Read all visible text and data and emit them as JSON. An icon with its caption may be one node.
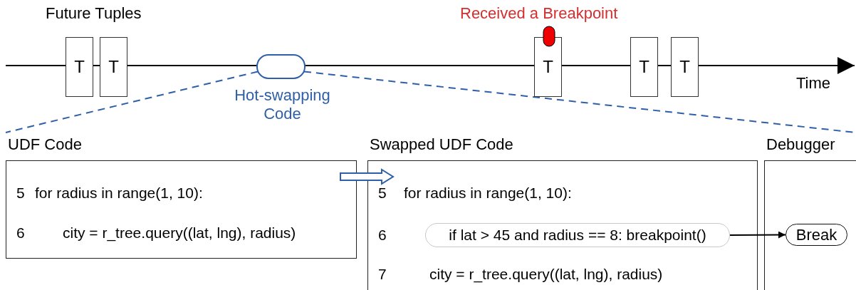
{
  "diagram": {
    "nodes": [
      {
        "text": [
          "T"
        ]
      },
      {
        "text": [
          "T"
        ]
      },
      {
        "text": [],
        "shape": "capsule",
        "beside": [
          "Hot-swapping Code"
        ]
      },
      {
        "text": [
          "T"
        ]
      },
      {
        "text": [
          "T"
        ]
      },
      {
        "text": [
          "T"
        ]
      },
      {
        "text": [
          "UDF Code",
          "5",
          "for radius in range(1, 10):",
          "6",
          "city = r_tree.query((lat, lng), radius)"
        ]
      },
      {
        "text": [
          "Swapped UDF Code",
          "5",
          "for radius in range(1, 10):",
          "6",
          "7",
          "city = r_tree.query((lat, lng), radius)"
        ]
      },
      {
        "text": [
          "if lat > 45 and radius == 8: breakpoint()"
        ],
        "in": 7
      },
      {
        "text": [
          "Debugger"
        ]
      },
      {
        "text": [
          "Break"
        ],
        "in": 9
      }
    ],
    "edges": [
      {
        "from": 2,
        "to": 6,
        "arrow": "none",
        "style": "dashed",
        "color": "#2f5fa8"
      },
      {
        "from": 2,
        "to": 9,
        "arrow": "none",
        "style": "dashed",
        "color": "#2f5fa8"
      },
      {
        "from": 6,
        "to": 7,
        "arrow": "to",
        "style": "thick",
        "color": "#2f5fa8"
      },
      {
        "from": 8,
        "to": 10,
        "arrow": "to",
        "color": "#000000"
      }
    ],
    "labels": [
      "Future Tuples",
      "Received a Breakpoint",
      "Time"
    ]
  }
}
